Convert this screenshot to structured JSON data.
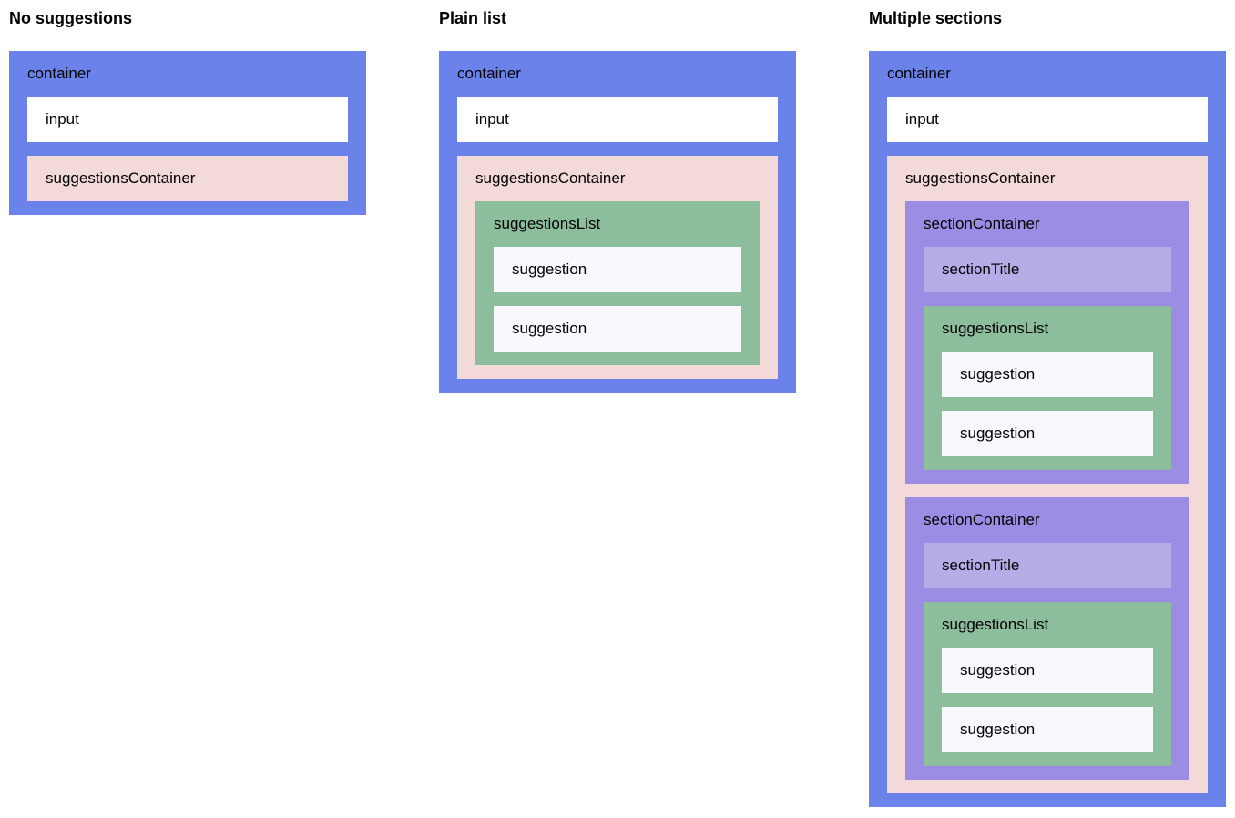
{
  "page": {
    "background": "#ffffff",
    "text_color": "#000000"
  },
  "colors": {
    "container": "#6a82ea",
    "input": "#ffffff",
    "suggestionsContainer": "#f4d9d9",
    "suggestionsList": "#8cbd9c",
    "suggestion": "#faf8fe",
    "sectionContainer": "#9c8ce4",
    "sectionTitle": "#b6ace8"
  },
  "columns": [
    {
      "heading": "No suggestions",
      "root": {
        "type": "container",
        "label": "container",
        "children": [
          {
            "type": "input",
            "label": "input",
            "children": []
          },
          {
            "type": "suggestionsContainer",
            "label": "suggestionsContainer",
            "children": []
          }
        ]
      }
    },
    {
      "heading": "Plain list",
      "root": {
        "type": "container",
        "label": "container",
        "children": [
          {
            "type": "input",
            "label": "input",
            "children": []
          },
          {
            "type": "suggestionsContainer",
            "label": "suggestionsContainer",
            "children": [
              {
                "type": "suggestionsList",
                "label": "suggestionsList",
                "children": [
                  {
                    "type": "suggestion",
                    "label": "suggestion",
                    "children": []
                  },
                  {
                    "type": "suggestion",
                    "label": "suggestion",
                    "children": []
                  }
                ]
              }
            ]
          }
        ]
      }
    },
    {
      "heading": "Multiple sections",
      "root": {
        "type": "container",
        "label": "container",
        "children": [
          {
            "type": "input",
            "label": "input",
            "children": []
          },
          {
            "type": "suggestionsContainer",
            "label": "suggestionsContainer",
            "children": [
              {
                "type": "sectionContainer",
                "label": "sectionContainer",
                "children": [
                  {
                    "type": "sectionTitle",
                    "label": "sectionTitle",
                    "children": []
                  },
                  {
                    "type": "suggestionsList",
                    "label": "suggestionsList",
                    "children": [
                      {
                        "type": "suggestion",
                        "label": "suggestion",
                        "children": []
                      },
                      {
                        "type": "suggestion",
                        "label": "suggestion",
                        "children": []
                      }
                    ]
                  }
                ]
              },
              {
                "type": "sectionContainer",
                "label": "sectionContainer",
                "children": [
                  {
                    "type": "sectionTitle",
                    "label": "sectionTitle",
                    "children": []
                  },
                  {
                    "type": "suggestionsList",
                    "label": "suggestionsList",
                    "children": [
                      {
                        "type": "suggestion",
                        "label": "suggestion",
                        "children": []
                      },
                      {
                        "type": "suggestion",
                        "label": "suggestion",
                        "children": []
                      }
                    ]
                  }
                ]
              }
            ]
          }
        ]
      }
    }
  ]
}
